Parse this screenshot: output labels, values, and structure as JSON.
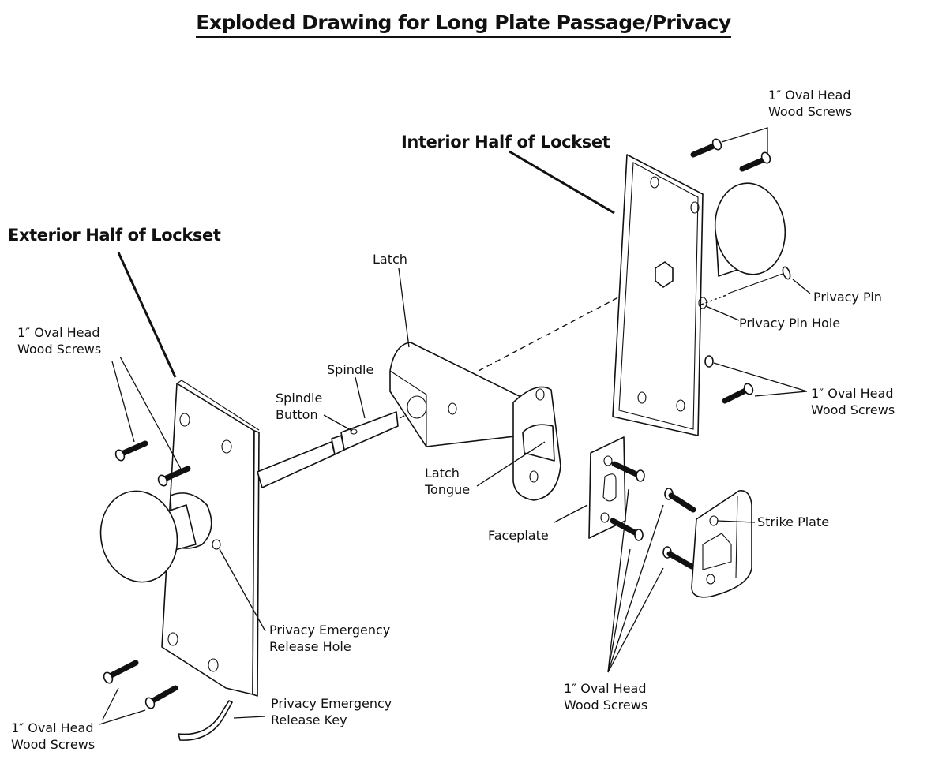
{
  "title": "Exploded Drawing for Long Plate Passage/Privacy",
  "sections": {
    "exterior": "Exterior Half of Lockset",
    "interior": "Interior Half of Lockset"
  },
  "labels": {
    "screws_top_left": "1″ Oval Head\nWood Screws",
    "screws_bottom_left": "1″ Oval Head\nWood Screws",
    "screws_top_right": "1″ Oval Head\nWood Screws",
    "screws_mid_right": "1″ Oval Head\nWood Screws",
    "screws_bottom_center": "1″ Oval Head\nWood Screws",
    "latch": "Latch",
    "spindle": "Spindle",
    "spindle_button": "Spindle\nButton",
    "latch_tongue": "Latch\nTongue",
    "privacy_pin": "Privacy Pin",
    "privacy_pin_hole": "Privacy Pin Hole",
    "faceplate": "Faceplate",
    "strike_plate": "Strike Plate",
    "release_hole": "Privacy Emergency\nRelease Hole",
    "release_key": "Privacy Emergency\nRelease Key"
  }
}
